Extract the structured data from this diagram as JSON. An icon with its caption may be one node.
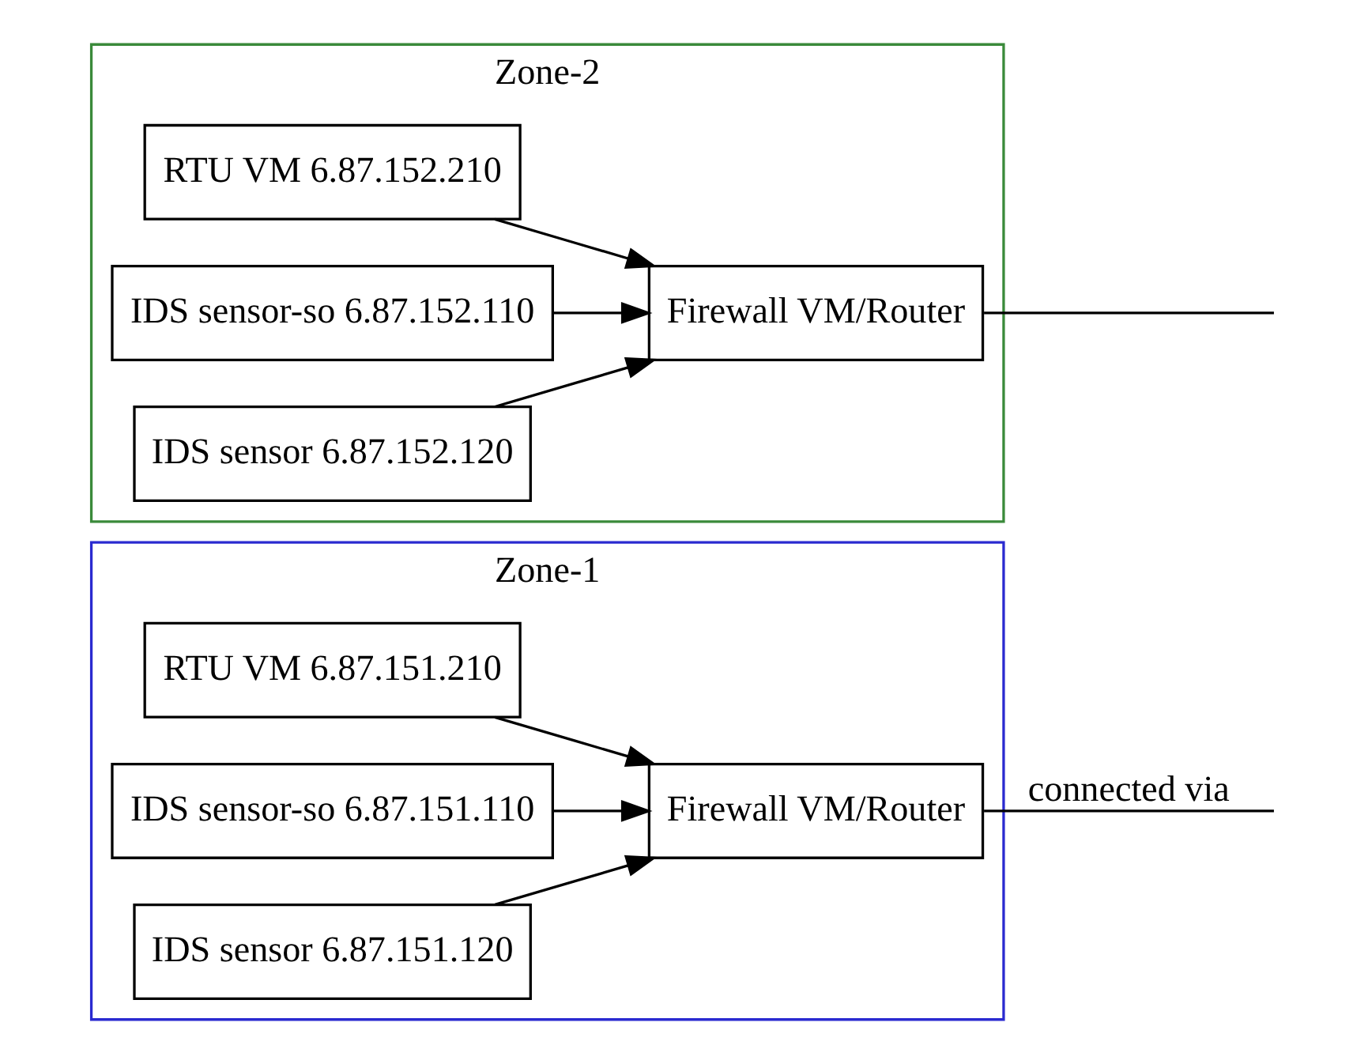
{
  "diagram": {
    "nodes": [
      {
        "text": [
          "Zone-1"
        ]
      },
      {
        "text": [
          "RTU VM 6.87.151.210"
        ],
        "in": 0
      },
      {
        "text": [
          "IDS sensor-so 6.87.151.110"
        ],
        "in": 0
      },
      {
        "text": [
          "IDS sensor 6.87.151.120"
        ],
        "in": 0
      },
      {
        "text": [
          "Firewall VM/Router"
        ],
        "in": 0
      },
      {
        "text": [
          "Zone-2"
        ]
      },
      {
        "text": [
          "RTU VM 6.87.152.210"
        ],
        "in": 5
      },
      {
        "text": [
          "IDS sensor-so 6.87.152.110"
        ],
        "in": 5
      },
      {
        "text": [
          "IDS sensor 6.87.152.120"
        ],
        "in": 5
      },
      {
        "text": [
          "Firewall VM/Router"
        ],
        "in": 5
      }
    ],
    "edges": [
      {
        "from": 1,
        "to": 4,
        "arrow": "to"
      },
      {
        "from": 2,
        "to": 4,
        "arrow": "to"
      },
      {
        "from": 3,
        "to": 4,
        "arrow": "to"
      },
      {
        "from": 6,
        "to": 9,
        "arrow": "to"
      },
      {
        "from": 7,
        "to": 9,
        "arrow": "to"
      },
      {
        "from": 8,
        "to": 9,
        "arrow": "to"
      },
      {
        "from": 4,
        "to": null,
        "arrow": "none",
        "label": "connected via"
      },
      {
        "from": 9,
        "to": null,
        "arrow": "none"
      }
    ]
  }
}
